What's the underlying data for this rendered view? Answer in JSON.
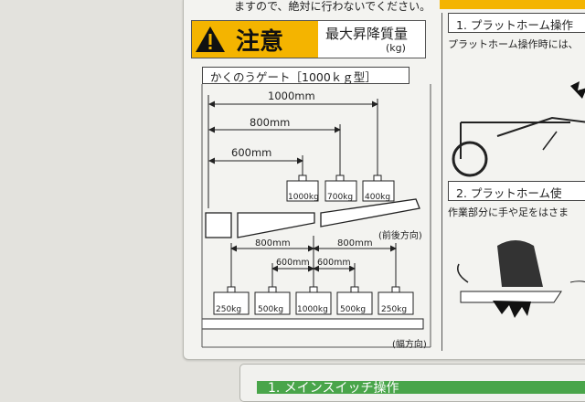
{
  "top_text": "ますので、絶対に行わないでください。",
  "warning": {
    "label": "注意",
    "capacity_title": "最大昇降質量",
    "capacity_unit": "(kg)"
  },
  "gate_title": "かくのうゲート［1000ｋｇ型］",
  "lengthwise": {
    "distances": [
      "1000mm",
      "800mm",
      "600mm"
    ],
    "weights": [
      "1000kg",
      "700kg",
      "400kg"
    ],
    "direction": "(前後方向)"
  },
  "widthwise": {
    "outer_distances": [
      "800mm",
      "800mm"
    ],
    "inner_distances": [
      "600mm",
      "600mm"
    ],
    "weights": [
      "250kg",
      "500kg",
      "1000kg",
      "500kg",
      "250kg"
    ],
    "direction": "(幅方向)"
  },
  "right_column": {
    "step1": "1. プラットホーム操作",
    "step1_desc": "プラットホーム操作時には、",
    "step2": "2. プラットホーム使",
    "step2_desc": "作業部分に手や足をはさま"
  },
  "bottom_label": "1. メインスイッチ操作"
}
